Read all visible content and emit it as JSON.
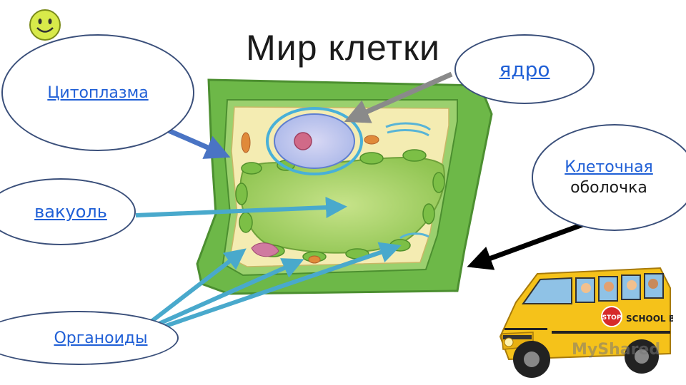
{
  "title": "Мир клетки",
  "labels": {
    "cytoplasm": "Цитоплазма",
    "nucleus": "ядро",
    "vacuole": "вакуоль",
    "membrane_link": "Клеточная",
    "membrane_rest": "оболочка",
    "organelles": "Органоиды"
  },
  "watermark": "MyShared",
  "bus_sign": "SCHOOL BUS",
  "stop_sign": "STOP",
  "colors": {
    "link": "#1f5fd6",
    "arrow_blue": "#4a74c4",
    "arrow_cyan": "#49a9cc",
    "arrow_gray": "#8a8a8a",
    "arrow_black": "#000000",
    "cell_wall": "#5aa83c",
    "cytoplasm": "#f4ecb2",
    "vacuole": "#a9d36a"
  }
}
